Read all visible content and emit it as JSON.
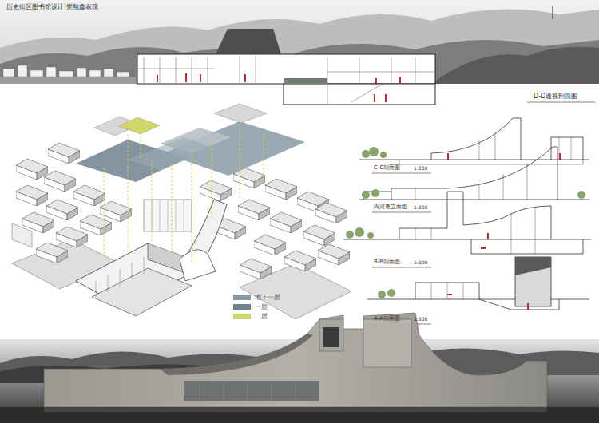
{
  "diagram": {
    "title": "历史街区图书馆设计|樊顺鑫表现",
    "labels": [
      "D-D透视剖面图",
      "C-C剖面图",
      "1:300",
      "内河道立面图",
      "1:300",
      "B-B剖面图",
      "1:300",
      "A-A剖面图",
      "1:300"
    ],
    "legend": [
      {
        "text": "地下一层",
        "color": "#8a9aa6"
      },
      {
        "text": "一层",
        "color": "#6f8290"
      },
      {
        "text": "二层",
        "color": "#cfd66a"
      }
    ]
  }
}
